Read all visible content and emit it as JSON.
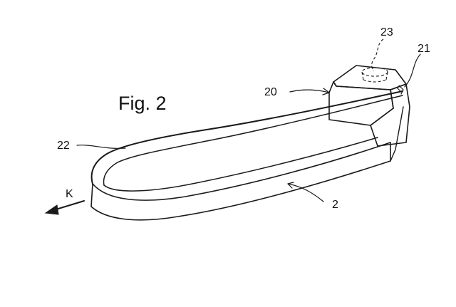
{
  "figure": {
    "title": "Fig. 2",
    "labels": {
      "strap": "2",
      "housing": "20",
      "edge": "21",
      "loop_end": "22",
      "hidden_part": "23",
      "direction": "K"
    }
  }
}
